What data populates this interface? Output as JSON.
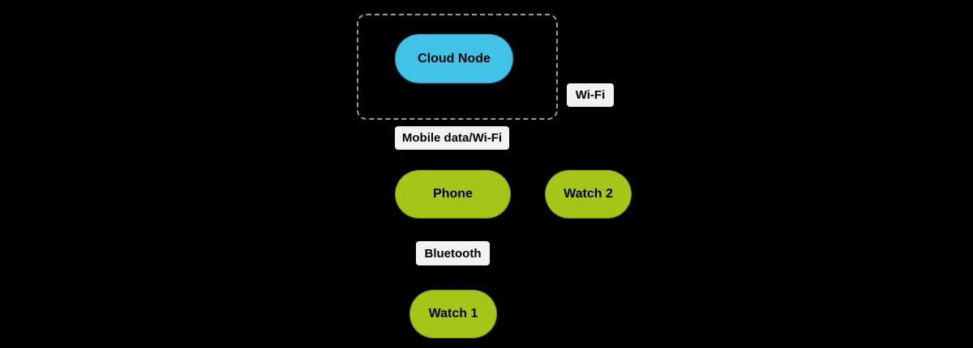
{
  "diagram": {
    "type": "network-topology-flowchart",
    "cloud_group": {
      "node": {
        "label": "Cloud Node"
      }
    },
    "nodes": [
      {
        "id": "phone",
        "label": "Phone"
      },
      {
        "id": "watch2",
        "label": "Watch 2"
      },
      {
        "id": "watch1",
        "label": "Watch 1"
      }
    ],
    "edge_labels": [
      {
        "id": "wifi",
        "label": "Wi-Fi"
      },
      {
        "id": "mobile-data-wifi",
        "label": "Mobile data/Wi-Fi"
      },
      {
        "id": "bluetooth",
        "label": "Bluetooth"
      }
    ]
  },
  "colors": {
    "background": "#000000",
    "node-blue": "#41C3E8",
    "node-green": "#A3C618",
    "label-bg": "#F2F2F2",
    "dashed-border": "#999999",
    "text": "#000000"
  }
}
